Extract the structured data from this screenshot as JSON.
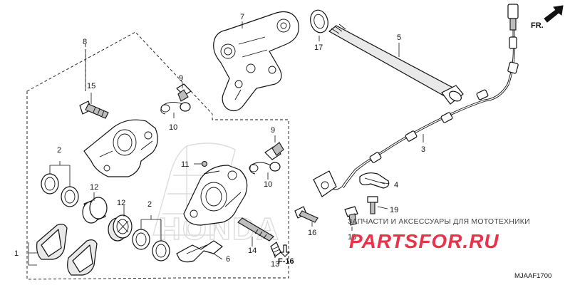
{
  "diagram": {
    "callouts": [
      {
        "id": "c1",
        "label": "1"
      },
      {
        "id": "c2a",
        "label": "2"
      },
      {
        "id": "c2b",
        "label": "2"
      },
      {
        "id": "c3",
        "label": "3"
      },
      {
        "id": "c4",
        "label": "4"
      },
      {
        "id": "c5",
        "label": "5"
      },
      {
        "id": "c6",
        "label": "6"
      },
      {
        "id": "c7",
        "label": "7"
      },
      {
        "id": "c8",
        "label": "8"
      },
      {
        "id": "c9a",
        "label": "9"
      },
      {
        "id": "c9b",
        "label": "9"
      },
      {
        "id": "c10a",
        "label": "10"
      },
      {
        "id": "c10b",
        "label": "10"
      },
      {
        "id": "c11",
        "label": "11"
      },
      {
        "id": "c12a",
        "label": "12"
      },
      {
        "id": "c12b",
        "label": "12"
      },
      {
        "id": "c13",
        "label": "13"
      },
      {
        "id": "c14",
        "label": "14"
      },
      {
        "id": "c15",
        "label": "15"
      },
      {
        "id": "c16",
        "label": "16"
      },
      {
        "id": "c17",
        "label": "17"
      },
      {
        "id": "c18",
        "label": "18"
      },
      {
        "id": "c19",
        "label": "19"
      }
    ],
    "reference": "F-16",
    "direction_label": "FR.",
    "diagram_code": "MJAAF1700",
    "background_logo": "HONDA"
  },
  "watermark": {
    "caption": "ЗАПЧАСТИ И АКСЕССУАРЫ ДЛЯ МОТОТЕХНИКИ",
    "brand": "PARTSFOR.RU",
    "color": "#e8334a"
  }
}
